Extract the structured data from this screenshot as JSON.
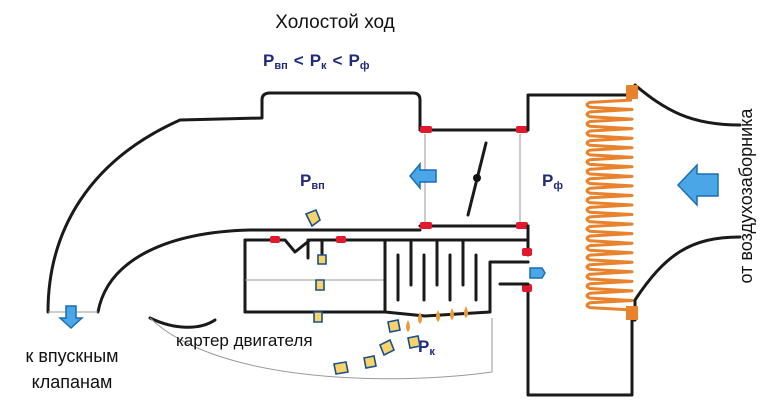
{
  "title": "Холостой ход",
  "pressure_relation": {
    "p1": "P",
    "p1_sub": "вп",
    "sep1": "<",
    "p2": "P",
    "p2_sub": "к",
    "sep2": "<",
    "p3": "P",
    "p3_sub": "ф"
  },
  "labels": {
    "p_intake": {
      "main": "P",
      "sub": "вп"
    },
    "p_filter": {
      "main": "P",
      "sub": "ф"
    },
    "p_crankcase": {
      "main": "P",
      "sub": "к"
    },
    "crankcase": "картер двигателя",
    "to_valves_line1": "к впускным",
    "to_valves_line2": "клапанам",
    "from_air_intake": "от воздухозаборника"
  },
  "colors": {
    "wall": "#1a1a1a",
    "pressure_label": "#1f2a7a",
    "arrow_fill": "#4aa6e6",
    "seal": "#e2182d",
    "filter_coil": "#e8822c",
    "gas_particle": "#f7d36a"
  },
  "icons": {
    "flow_arrow": "blue-arrow-icon",
    "throttle": "throttle-valve-icon",
    "filter": "air-filter-coil-icon"
  }
}
